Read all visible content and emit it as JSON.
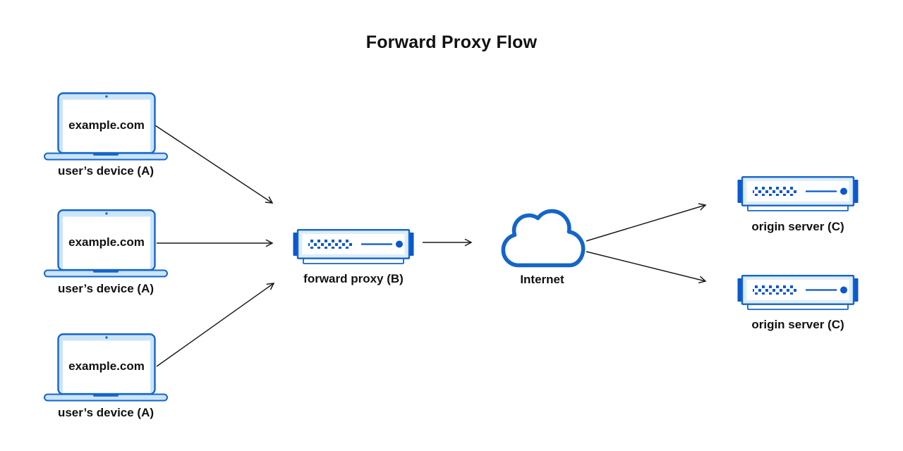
{
  "title": "Forward Proxy Flow",
  "colors": {
    "stroke_blue": "#1565c9",
    "solid_blue": "#0b57d0",
    "laptop_fill": "#cbe5f8",
    "server_fill": "#ddeef9",
    "screen_white": "#ffffff",
    "text_black": "#111111",
    "arrow_black": "#1a1a1a",
    "background": "#ffffff"
  },
  "nodes": {
    "devices": [
      {
        "screen_text": "example.com",
        "label": "user’s device (A)"
      },
      {
        "screen_text": "example.com",
        "label": "user’s device (A)"
      },
      {
        "screen_text": "example.com",
        "label": "user’s device (A)"
      }
    ],
    "proxy": {
      "label": "forward proxy (B)"
    },
    "internet": {
      "label": "Internet"
    },
    "origin_servers": [
      {
        "label": "origin server (C)"
      },
      {
        "label": "origin server (C)"
      }
    ]
  }
}
